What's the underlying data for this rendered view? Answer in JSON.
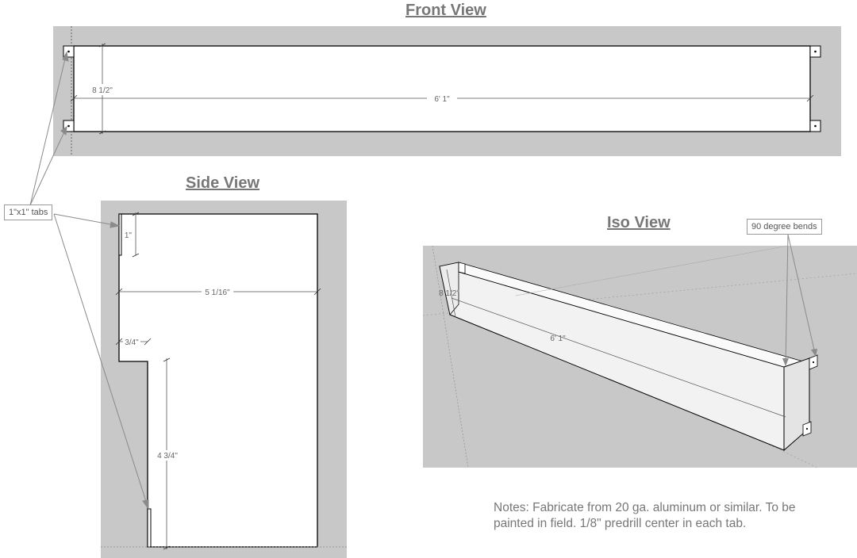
{
  "front_view": {
    "title": "Front View",
    "height_dim": "8 1/2\"",
    "width_dim": "6' 1\""
  },
  "side_view": {
    "title": "Side View",
    "tab_dim": "1\"",
    "depth_dim": "5 1/16\"",
    "step_dim": "3/4\"",
    "lower_dim": "4 3/4\""
  },
  "iso_view": {
    "title": "Iso View",
    "height_dim": "8 1/2\"",
    "width_dim": "6' 1\""
  },
  "callouts": {
    "tabs": "1\"x1\" tabs",
    "bends": "90 degree bends"
  },
  "notes": "Notes: Fabricate from 20 ga. aluminum or similar. To be painted in field. 1/8\" predrill center in each tab.",
  "colors": {
    "background_panel": "#c8c8c8",
    "part_fill": "#ffffff",
    "outline": "#000000",
    "leader": "#8a8a8a"
  }
}
